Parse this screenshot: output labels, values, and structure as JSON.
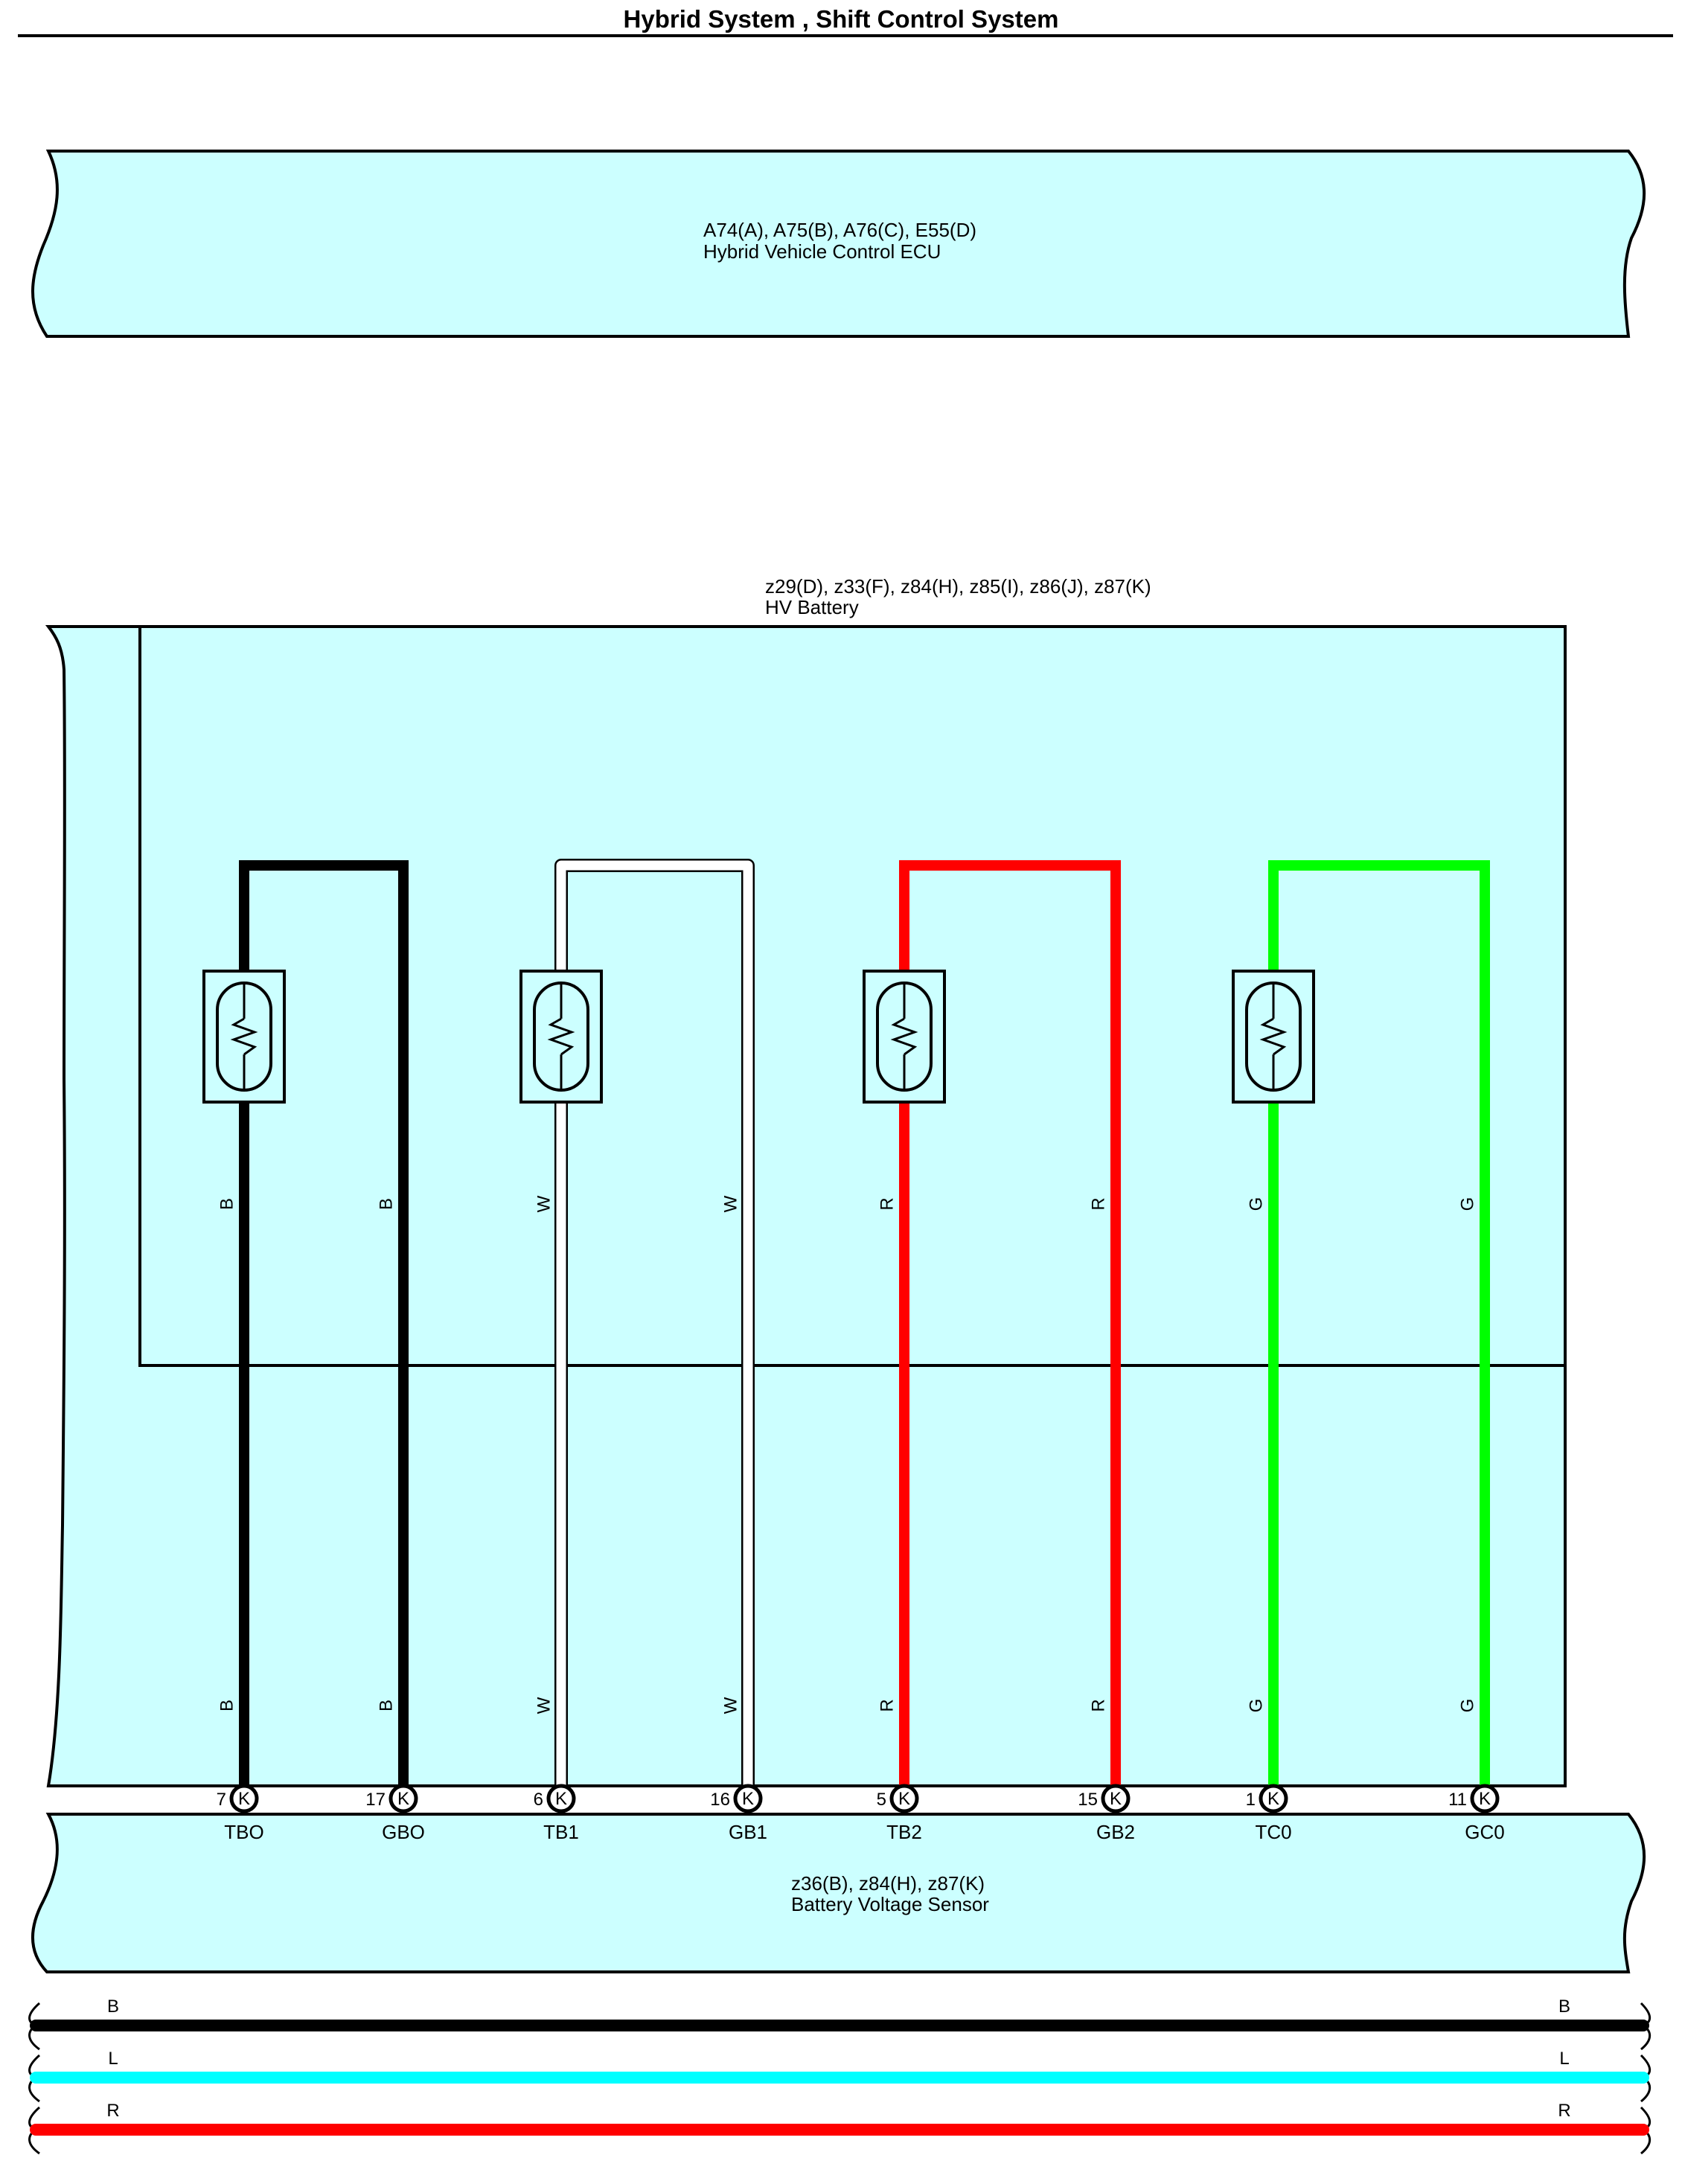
{
  "title": "Hybrid System , Shift Control System",
  "colors": {
    "component_fill": "#ccffff",
    "B": "#000000",
    "W": "#ffffff",
    "R": "#ff0000",
    "G": "#00ff00",
    "L": "#00ffff"
  },
  "ecu": {
    "connectors": "A74(A), A75(B), A76(C), E55(D)",
    "name": "Hybrid Vehicle Control ECU"
  },
  "battery": {
    "connectors": "z29(D), z33(F), z84(H), z85(I), z86(J), z87(K)",
    "name": "HV Battery"
  },
  "sensor": {
    "connectors": "z36(B), z84(H), z87(K)",
    "name": "Battery Voltage Sensor"
  },
  "thermistor_icon": "thermistor-icon",
  "wire_pairs": [
    {
      "color": "B",
      "left": {
        "wire_label": "B",
        "pin": "7",
        "connector": "K",
        "terminal": "TBO"
      },
      "right": {
        "wire_label": "B",
        "pin": "17",
        "connector": "K",
        "terminal": "GBO"
      }
    },
    {
      "color": "W",
      "left": {
        "wire_label": "W",
        "pin": "6",
        "connector": "K",
        "terminal": "TB1"
      },
      "right": {
        "wire_label": "W",
        "pin": "16",
        "connector": "K",
        "terminal": "GB1"
      }
    },
    {
      "color": "R",
      "left": {
        "wire_label": "R",
        "pin": "5",
        "connector": "K",
        "terminal": "TB2"
      },
      "right": {
        "wire_label": "R",
        "pin": "15",
        "connector": "K",
        "terminal": "GB2"
      }
    },
    {
      "color": "G",
      "left": {
        "wire_label": "G",
        "pin": "1",
        "connector": "K",
        "terminal": "TC0"
      },
      "right": {
        "wire_label": "G",
        "pin": "11",
        "connector": "K",
        "terminal": "GC0"
      }
    }
  ],
  "bus_wires": [
    {
      "color": "B",
      "left_label": "B",
      "right_label": "B"
    },
    {
      "color": "L",
      "left_label": "L",
      "right_label": "L"
    },
    {
      "color": "R",
      "left_label": "R",
      "right_label": "R"
    }
  ]
}
